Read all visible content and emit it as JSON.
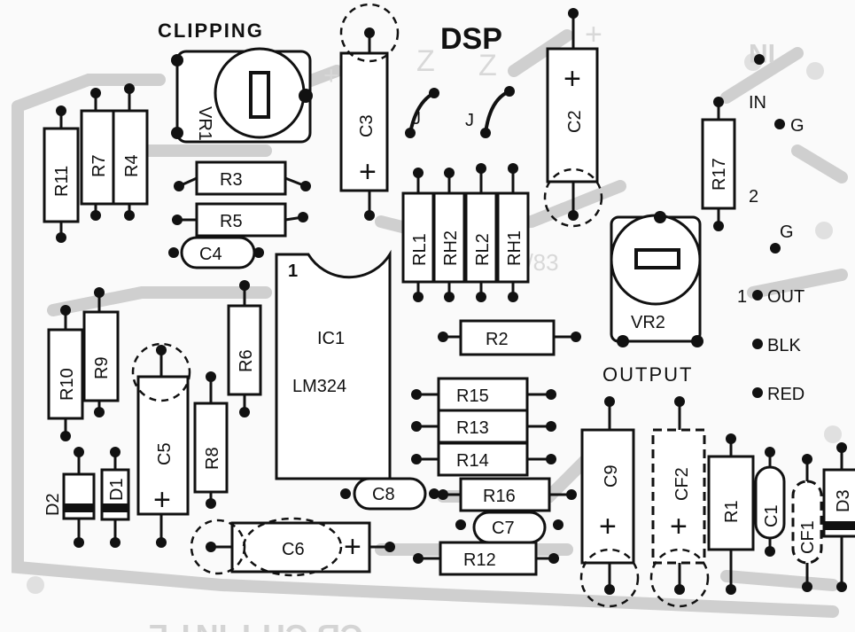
{
  "headers": {
    "clipping": "CLIPPING",
    "dsp": "DSP",
    "output": "OUTPUT",
    "in_mirror": "IN",
    "mirror_text": "CB CITY INT'L",
    "silk_marks": [
      "Z",
      "Z",
      "+",
      "+",
      "#/83"
    ]
  },
  "ic": {
    "ref": "IC1",
    "part": "LM324",
    "pin1": "1"
  },
  "resistors": [
    "R11",
    "R7",
    "R4",
    "R3",
    "R5",
    "R10",
    "R9",
    "R6",
    "R8",
    "R2",
    "R15",
    "R13",
    "R14",
    "R16",
    "R12",
    "R17",
    "R1",
    "RL1",
    "RH2",
    "RL2",
    "RH1"
  ],
  "capacitors": [
    "C3",
    "C2",
    "C4",
    "C5",
    "C6",
    "C7",
    "C8",
    "C9",
    "C1",
    "CF2",
    "CF1"
  ],
  "diodes": [
    "D2",
    "D1",
    "D3"
  ],
  "pots": [
    "VR1",
    "VR2"
  ],
  "jumpers": [
    "J",
    "J"
  ],
  "polarity_mark": "+",
  "connectors": {
    "in": "IN",
    "g1": "G",
    "two": "2",
    "g2": "G",
    "out": "OUT",
    "one": "1",
    "blk": "BLK",
    "red": "RED"
  }
}
